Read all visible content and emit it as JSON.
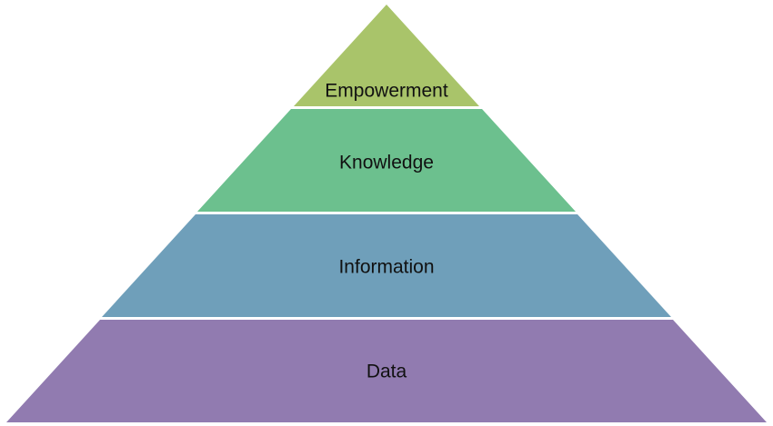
{
  "diagram": {
    "type": "pyramid",
    "levels": [
      {
        "label": "Empowerment",
        "color": "#a9c46a"
      },
      {
        "label": "Knowledge",
        "color": "#6cc08e"
      },
      {
        "label": "Information",
        "color": "#6f9fba"
      },
      {
        "label": "Data",
        "color": "#917bb0"
      }
    ]
  }
}
